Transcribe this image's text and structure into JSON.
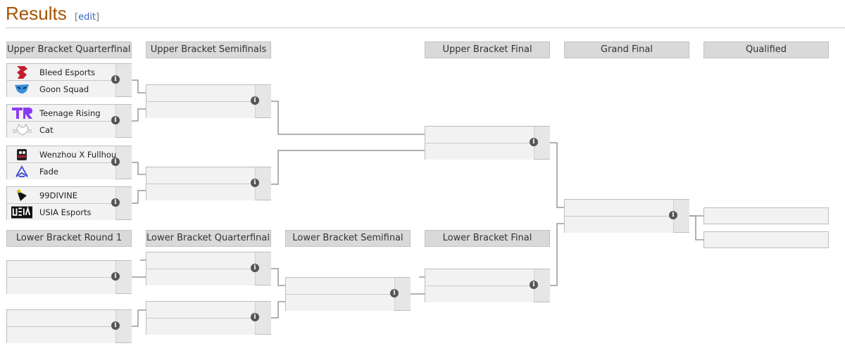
{
  "page": {
    "title": "Results",
    "edit_open": "[",
    "edit_label": "edit",
    "edit_close": "]"
  },
  "headers": {
    "ub_qf": "Upper Bracket Quarterfinals",
    "ub_sf": "Upper Bracket Semifinals",
    "ub_final": "Upper Bracket Final",
    "grand_final": "Grand Final",
    "qualified": "Qualified",
    "lb_r1": "Lower Bracket Round 1",
    "lb_qf": "Lower Bracket Quarterfinals",
    "lb_sf": "Lower Bracket Semifinal",
    "lb_final": "Lower Bracket Final"
  },
  "teams": {
    "t1": {
      "name": "Bleed Esports",
      "icon": "bleed-esports-logo-icon",
      "color": "#c41e2e"
    },
    "t2": {
      "name": "Goon Squad",
      "icon": "goon-squad-logo-icon",
      "color": "#3a8fd8"
    },
    "t3": {
      "name": "Teenage Rising",
      "icon": "teenage-rising-logo-icon",
      "color": "#8a3cf0"
    },
    "t4": {
      "name": "Cat",
      "icon": "cat-logo-icon",
      "color": "#999999"
    },
    "t5": {
      "name": "Wenzhou X Fullhouse",
      "icon": "wenzhou-x-fullhouse-logo-icon",
      "color": "#b01c2c"
    },
    "t6": {
      "name": "Fade",
      "icon": "fade-logo-icon",
      "color": "#4a57d6"
    },
    "t7": {
      "name": "99DIVINE",
      "icon": "99divine-logo-icon",
      "color": "#111111"
    },
    "t8": {
      "name": "USIA Esports",
      "icon": "usia-esports-logo-icon",
      "color": "#111111"
    }
  },
  "info_glyph": "i",
  "colors": {
    "title": "#a35400",
    "link": "#3366bb",
    "header_bg": "#d9d9d9",
    "connector": "#999999"
  }
}
